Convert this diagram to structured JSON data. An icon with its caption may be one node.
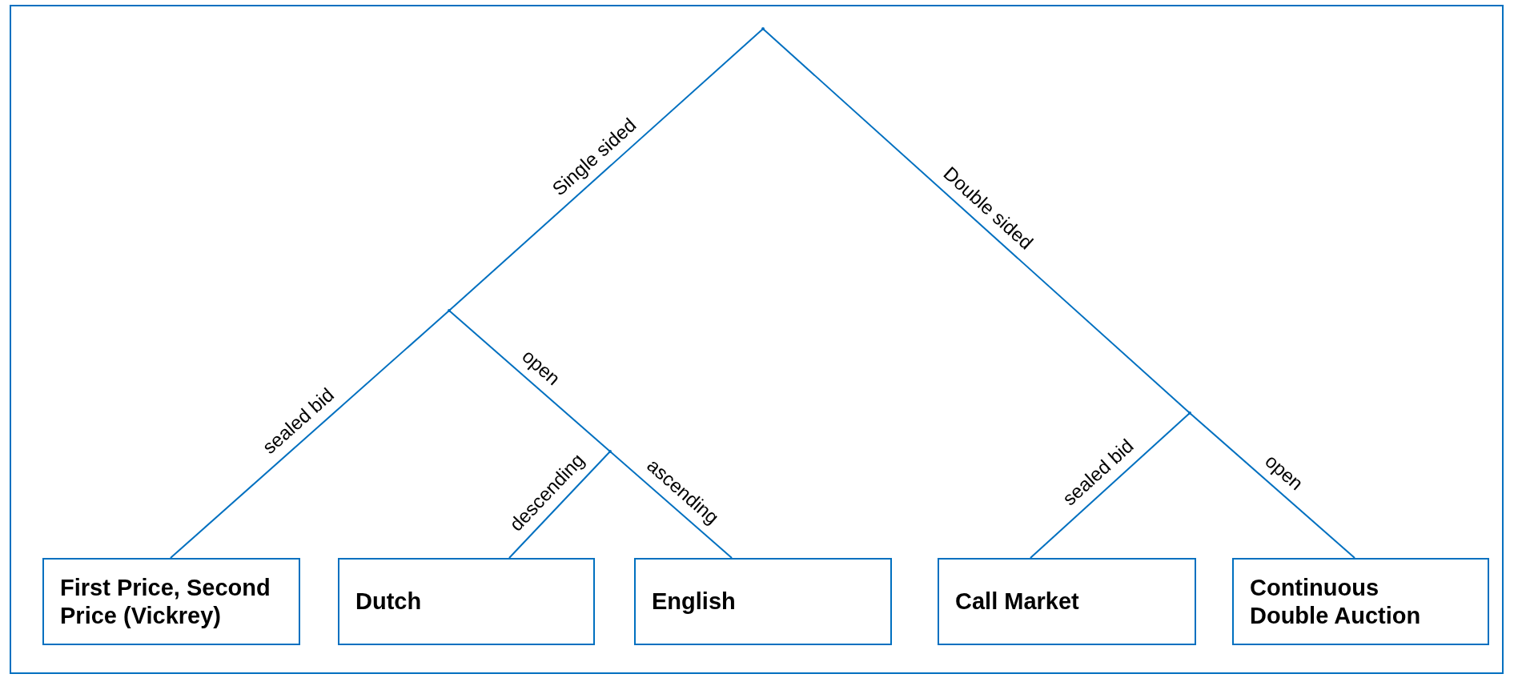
{
  "diagram": {
    "nodes": [
      {
        "text": [],
        "shape": "dot"
      },
      {
        "text": [],
        "shape": "dot"
      },
      {
        "text": [],
        "shape": "dot"
      },
      {
        "text": [],
        "shape": "dot"
      },
      {
        "text": [
          "First Price, Second Price (Vickrey)"
        ]
      },
      {
        "text": [
          "Dutch"
        ]
      },
      {
        "text": [
          "English"
        ]
      },
      {
        "text": [
          "Call Market"
        ]
      },
      {
        "text": [
          "Continuous Double Auction"
        ]
      }
    ],
    "edges": [
      {
        "from": 0,
        "to": 1,
        "arrow": "none",
        "label": "Single sided"
      },
      {
        "from": 0,
        "to": 2,
        "arrow": "none",
        "label": "Double sided"
      },
      {
        "from": 1,
        "to": 4,
        "arrow": "none",
        "label": "sealed bid"
      },
      {
        "from": 1,
        "to": 3,
        "arrow": "none",
        "label": "open"
      },
      {
        "from": 3,
        "to": 5,
        "arrow": "none",
        "label": "descending"
      },
      {
        "from": 3,
        "to": 6,
        "arrow": "none",
        "label": "ascending"
      },
      {
        "from": 2,
        "to": 7,
        "arrow": "none",
        "label": "sealed bid"
      },
      {
        "from": 2,
        "to": 8,
        "arrow": "none",
        "label": "open"
      }
    ]
  }
}
